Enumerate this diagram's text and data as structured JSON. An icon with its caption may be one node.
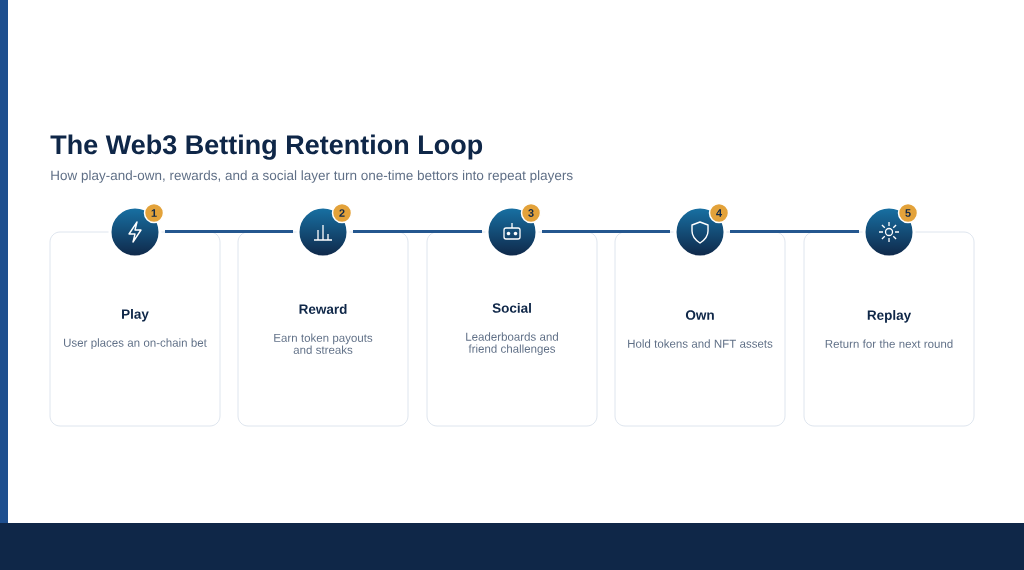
{
  "diagram": {
    "title": "The Web3 Betting Retention Loop",
    "caption": "How play-and-own, rewards, and a social layer turn one-time bettors into repeat players",
    "nodes": [
      {
        "text": [
          "Play",
          "User places an on-chain bet"
        ]
      },
      {
        "text": [
          "1"
        ]
      },
      {
        "text": [
          "Reward",
          "Earn token payouts and streaks"
        ]
      },
      {
        "text": [
          "2"
        ]
      },
      {
        "text": [
          "Social",
          "Leaderboards and friend challenges"
        ]
      },
      {
        "text": [
          "3"
        ]
      },
      {
        "text": [
          "Own",
          "Hold tokens and NFT assets"
        ]
      },
      {
        "text": [
          "4"
        ]
      },
      {
        "text": [
          "Replay",
          "Return for the next round"
        ]
      },
      {
        "text": [
          "5"
        ]
      }
    ],
    "edges": [
      {
        "from": 0,
        "to": 2,
        "arrow": "none"
      },
      {
        "from": 2,
        "to": 4,
        "arrow": "none"
      },
      {
        "from": 4,
        "to": 6,
        "arrow": "none"
      },
      {
        "from": 6,
        "to": 8,
        "arrow": "none"
      }
    ]
  }
}
